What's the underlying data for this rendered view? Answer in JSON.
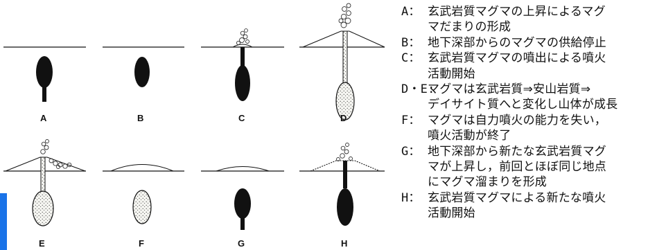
{
  "panels": [
    {
      "letter": "A",
      "stage": "dark chamber with feeder dike, flat ground"
    },
    {
      "letter": "B",
      "stage": "dark chamber, supply cut"
    },
    {
      "letter": "C",
      "stage": "eruption begins, small plume"
    },
    {
      "letter": "D",
      "stage": "cone grows, stippled chamber, tall plume"
    },
    {
      "letter": "E",
      "stage": "cone with lateral flow, stippled chamber"
    },
    {
      "letter": "F",
      "stage": "low mound, stippled chamber, inactive"
    },
    {
      "letter": "G",
      "stage": "new dark chamber with dike under low mound"
    },
    {
      "letter": "H",
      "stage": "new eruption, dark chamber"
    }
  ],
  "legend": [
    {
      "key": "A：",
      "lines": [
        "玄武岩質マグマの上昇によるマグ",
        "マだまりの形成"
      ]
    },
    {
      "key": "B：",
      "lines": [
        "地下深部からのマグマの供給停止"
      ]
    },
    {
      "key": "C：",
      "lines": [
        "玄武岩質マグマの噴出による噴火",
        "活動開始"
      ]
    },
    {
      "key": "D・E:",
      "lines": [
        "マグマは玄武岩質⇒安山岩質⇒",
        "デイサイト質へと変化し山体が成長"
      ]
    },
    {
      "key": "F：",
      "lines": [
        "マグマは自力噴火の能力を失い，",
        "噴火活動が終了"
      ]
    },
    {
      "key": "G：",
      "lines": [
        "地下深部から新たな玄武岩質マグ",
        "マが上昇し，前回とほぼ同じ地点",
        "にマグマ溜まりを形成"
      ]
    },
    {
      "key": "H：",
      "lines": [
        "玄武岩質マグマによる新たな噴火",
        "活動開始"
      ]
    }
  ],
  "colors": {
    "ink": "#111111",
    "accent": "#1a73e8",
    "background": "#ffffff"
  }
}
